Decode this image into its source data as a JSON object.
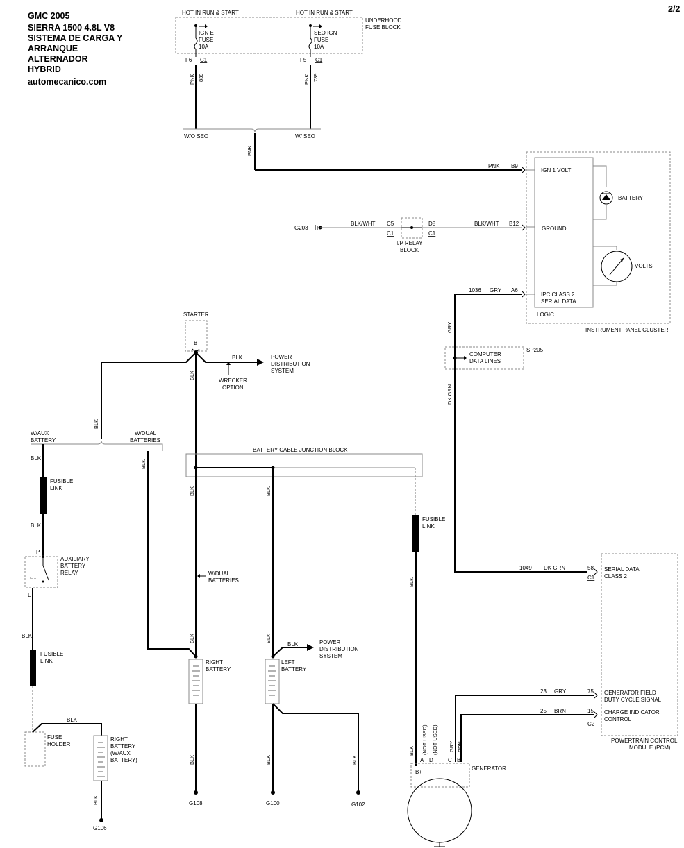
{
  "header": {
    "line1": "GMC 2005",
    "line2": "SIERRA 1500 4.8L V8",
    "line3": "SISTEMA DE CARGA Y",
    "line4": "ARRANQUE",
    "line5": "ALTERNADOR",
    "line6": "HYBRID",
    "site": "automecanico.com",
    "page": "2/2"
  },
  "fuse_block": {
    "hot1": "HOT IN RUN & START",
    "hot2": "HOT IN RUN & START",
    "title1": "UNDERHOOD",
    "title2": "FUSE BLOCK",
    "fuse1": [
      "IGN E",
      "FUSE",
      "10A"
    ],
    "fuse2": [
      "SEO IGN",
      "FUSE",
      "10A"
    ],
    "pin1": "F6",
    "conn1": "C1",
    "wire1": "PNK",
    "circ1": "839",
    "pin2": "F5",
    "conn2": "C1",
    "wire2": "PNK",
    "circ2": "739",
    "wo_seo": "W/O SEO",
    "w_seo": "W/ SEO",
    "pnk_mid": "PNK"
  },
  "ipc": {
    "pnk": "PNK",
    "pin_b9": "B9",
    "ign": "IGN 1 VOLT",
    "battery": "BATTERY",
    "g203": "G203",
    "blkwht1": "BLK/WHT",
    "c5": "C5",
    "c1a": "C1",
    "relay1": "I/P RELAY",
    "relay2": "BLOCK",
    "d8": "D8",
    "c1b": "C1",
    "blkwht2": "BLK/WHT",
    "pin_b12": "B12",
    "ground": "GROUND",
    "volts": "VOLTS",
    "circ1036": "1036",
    "gry": "GRY",
    "pin_a6": "A6",
    "ipc1": "IPC CLASS 2",
    "ipc2": "SERIAL DATA",
    "logic": "LOGIC",
    "title": "INSTRUMENT PANEL CLUSTER",
    "gry_v": "GRY",
    "comp1": "COMPUTER",
    "comp2": "DATA LINES",
    "sp205": "SP205",
    "dkgrn_v": "DK GRN"
  },
  "starter": {
    "title": "STARTER",
    "pin": "B",
    "blk_a": "BLK",
    "pwr1": "POWER",
    "pwr2": "DISTRIBUTION",
    "pwr3": "SYSTEM",
    "wrk1": "WRECKER",
    "wrk2": "OPTION",
    "blk_v": "BLK",
    "blk_left": "BLK"
  },
  "aux": {
    "waux1": "W/AUX",
    "waux2": "BATTERY",
    "wdual1": "W/DUAL",
    "wdual2": "BATTERIES",
    "blk1": "BLK",
    "fl1a": "FUSIBLE",
    "fl1b": "LINK",
    "blk2": "BLK",
    "p": "P",
    "relay1": "AUXILIARY",
    "relay2": "BATTERY",
    "relay3": "RELAY",
    "l": "L",
    "blk3": "BLK",
    "fl2a": "FUSIBLE",
    "fl2b": "LINK",
    "blk4": "BLK",
    "fh1": "FUSE",
    "fh2": "HOLDER",
    "rb1": "RIGHT",
    "rb2": "BATTERY",
    "rb3": "(W/AUX",
    "rb4": "BATTERY)",
    "blk5": "BLK",
    "g106": "G106",
    "blk_dual": "BLK"
  },
  "junction": {
    "title": "BATTERY CABLE JUNCTION BLOCK",
    "blk1": "BLK",
    "blk2": "BLK",
    "wd1": "W/DUAL",
    "wd2": "BATTERIES",
    "blk3": "BLK",
    "rb1": "RIGHT",
    "rb2": "BATTERY",
    "blk4": "BLK",
    "blk5": "BLK",
    "lb1": "LEFT",
    "lb2": "BATTERY",
    "pwr1": "POWER",
    "pwr2": "DISTRIBUTION",
    "pwr3": "SYSTEM",
    "blk6": "BLK",
    "g108": "G108",
    "blk7": "BLK",
    "g100": "G100",
    "blk8": "BLK",
    "g102": "G102"
  },
  "generator": {
    "fl1": "FUSIBLE",
    "fl2": "LINK",
    "blk": "BLK",
    "circ1049": "1049",
    "dkgrn": "DK GRN",
    "pin58": "58",
    "c1": "C1",
    "sd1": "SERIAL DATA",
    "sd2": "CLASS 2",
    "c23": "23",
    "gry": "GRY",
    "pin75": "75",
    "gf1": "GENERATOR FIELD",
    "gf2": "DUTY CYCLE SIGNAL",
    "c25": "25",
    "brn": "BRN",
    "pin15": "15",
    "ci1": "CHARGE INDICATOR",
    "ci2": "CONTROL",
    "c2": "C2",
    "pcm1": "POWERTRAIN CONTROL",
    "pcm2": "MODULE (PCM)",
    "v_blk": "BLK",
    "nu1": "(NOT USED)",
    "nu2": "(NOT USED)",
    "v_gry": "GRY",
    "v_brn": "BRN",
    "pa": "A",
    "pd": "D",
    "pc": "C",
    "pb": "B",
    "bplus": "B+",
    "title": "GENERATOR"
  }
}
